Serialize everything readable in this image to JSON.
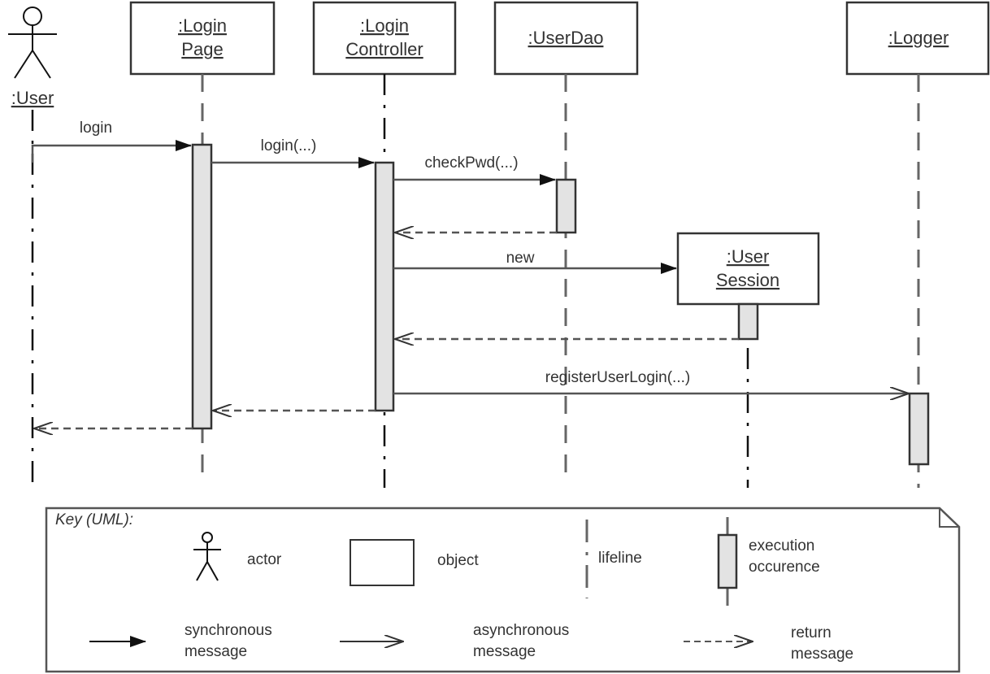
{
  "diagram": {
    "type": "UML sequence diagram",
    "actor": {
      "label": ":User"
    },
    "objects": [
      {
        "id": "loginPage",
        "lines": [
          ":Login",
          "Page"
        ]
      },
      {
        "id": "loginController",
        "lines": [
          ":Login",
          "Controller"
        ]
      },
      {
        "id": "userDao",
        "lines": [
          ":UserDao"
        ]
      },
      {
        "id": "userSession",
        "lines": [
          ":User",
          "Session"
        ]
      },
      {
        "id": "logger",
        "lines": [
          ":Logger"
        ]
      }
    ],
    "messages": [
      {
        "from": "user",
        "to": "loginPage",
        "label": "login",
        "kind": "synchronous"
      },
      {
        "from": "loginPage",
        "to": "loginController",
        "label": "login(...)",
        "kind": "synchronous"
      },
      {
        "from": "loginController",
        "to": "userDao",
        "label": "checkPwd(...)",
        "kind": "synchronous"
      },
      {
        "from": "userDao",
        "to": "loginController",
        "label": "",
        "kind": "return"
      },
      {
        "from": "loginController",
        "to": "userSession",
        "label": "new",
        "kind": "synchronous"
      },
      {
        "from": "userSession",
        "to": "loginController",
        "label": "",
        "kind": "return"
      },
      {
        "from": "loginController",
        "to": "logger",
        "label": "registerUserLogin(...)",
        "kind": "asynchronous"
      },
      {
        "from": "loginController",
        "to": "loginPage",
        "label": "",
        "kind": "return"
      },
      {
        "from": "loginPage",
        "to": "user",
        "label": "",
        "kind": "return"
      }
    ]
  },
  "key": {
    "title": "Key (UML):",
    "actor": "actor",
    "object": "object",
    "lifeline": "lifeline",
    "execution": [
      "execution",
      "occurence"
    ],
    "synchronous": [
      "synchronous",
      "message"
    ],
    "asynchronous": [
      "asynchronous",
      "message"
    ],
    "return": [
      "return",
      "message"
    ]
  }
}
